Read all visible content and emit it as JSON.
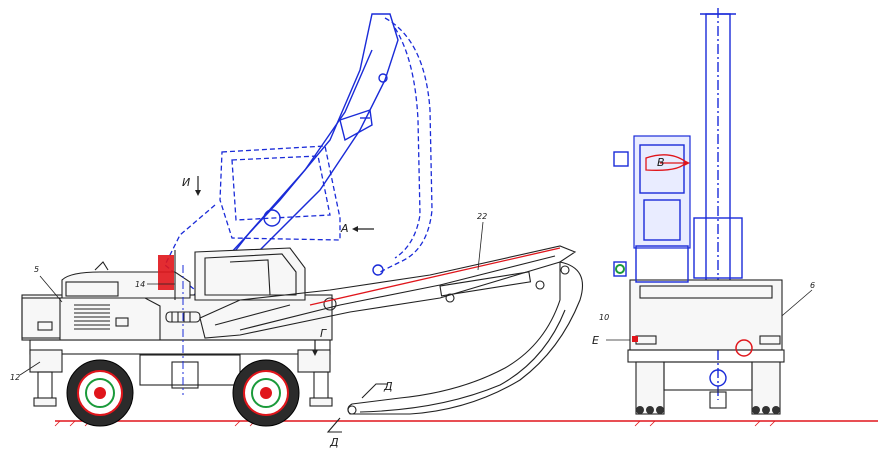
{
  "labels": {
    "n5": "5",
    "n14": "14",
    "n12": "12",
    "n22": "22",
    "n10": "10",
    "n6": "6",
    "letter_I": "И",
    "letter_A": "А",
    "letter_G": "Г",
    "letter_D_upper": "Д",
    "letter_D_lower": "Д",
    "letter_E": "Е",
    "letter_V": "В"
  },
  "colors": {
    "outline": "#222222",
    "transport_position": "#1a2bd8",
    "highlight": "#e0151b"
  }
}
